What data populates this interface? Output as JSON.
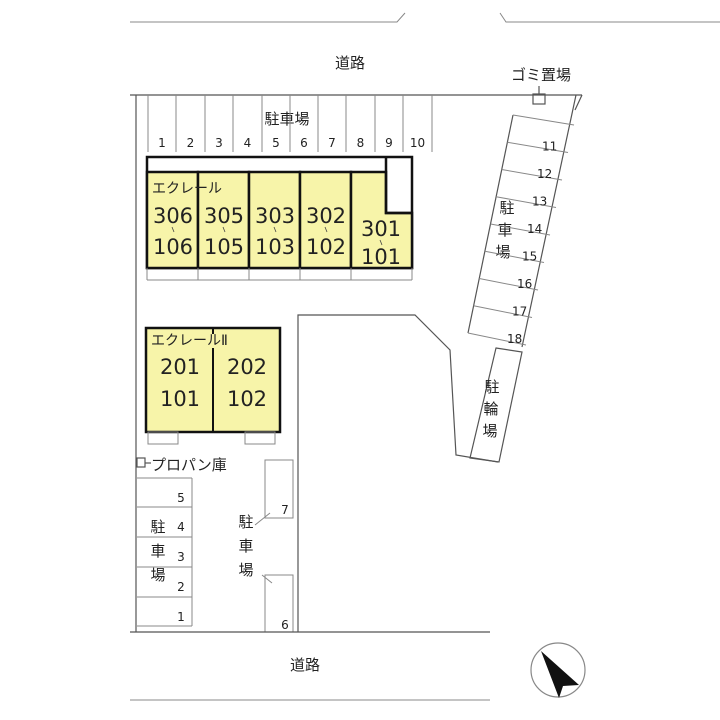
{
  "road_top": "道路",
  "road_bottom": "道路",
  "garbage": "ゴミ置場",
  "parking_top": {
    "label": "駐車場",
    "stalls": [
      "1",
      "2",
      "3",
      "4",
      "5",
      "6",
      "7",
      "8",
      "9",
      "10"
    ]
  },
  "parking_right": {
    "label": [
      "駐",
      "車",
      "場"
    ],
    "stalls": [
      "11",
      "12",
      "13",
      "14",
      "15",
      "16",
      "17",
      "18"
    ]
  },
  "bicycle": {
    "label": [
      "駐",
      "輪",
      "場"
    ]
  },
  "building1": {
    "name": "エクレール",
    "units": [
      {
        "upper": "306",
        "lower": "106"
      },
      {
        "upper": "305",
        "lower": "105"
      },
      {
        "upper": "303",
        "lower": "103"
      },
      {
        "upper": "302",
        "lower": "102"
      },
      {
        "upper": "301",
        "lower": "101"
      }
    ],
    "color": "#f7f4a9"
  },
  "building2": {
    "name": "エクレールⅡ",
    "units": [
      {
        "upper": "201",
        "lower": "101"
      },
      {
        "upper": "202",
        "lower": "102"
      }
    ]
  },
  "propane": "プロパン庫",
  "parking_left": {
    "label": [
      "駐",
      "車",
      "場"
    ],
    "stalls": [
      "5",
      "4",
      "3",
      "2",
      "1"
    ]
  },
  "parking_center": {
    "label": [
      "駐",
      "車",
      "場"
    ],
    "stalls": [
      "7",
      "6"
    ]
  },
  "compass": {
    "icon": "north-arrow-icon",
    "direction": "northwest"
  }
}
